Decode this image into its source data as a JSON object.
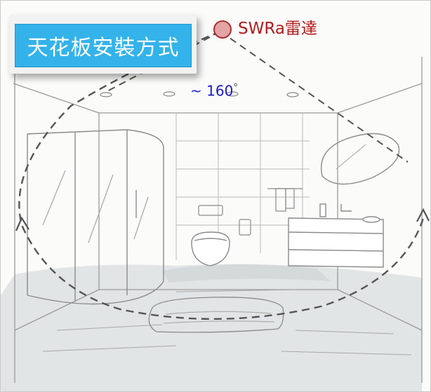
{
  "diagram": {
    "title": "天花板安裝方式",
    "sensor_label": "SWRa雷達",
    "coverage_angle": "~ 160",
    "degree_mark": "°"
  },
  "colors": {
    "title_bg": "#33b3ea",
    "title_text": "#ffffff",
    "sensor_fill": "#e3a4a4",
    "sensor_stroke": "#a83030",
    "sensor_label": "#b31b1b",
    "angle_label": "#1a1acc",
    "coverage_line": "#555555",
    "sketch_line": "#8a8a8a",
    "floor_shadow": "#d9dddd"
  },
  "icons": {
    "sensor": "radar-sensor-dot",
    "arrow": "arrow-head"
  }
}
